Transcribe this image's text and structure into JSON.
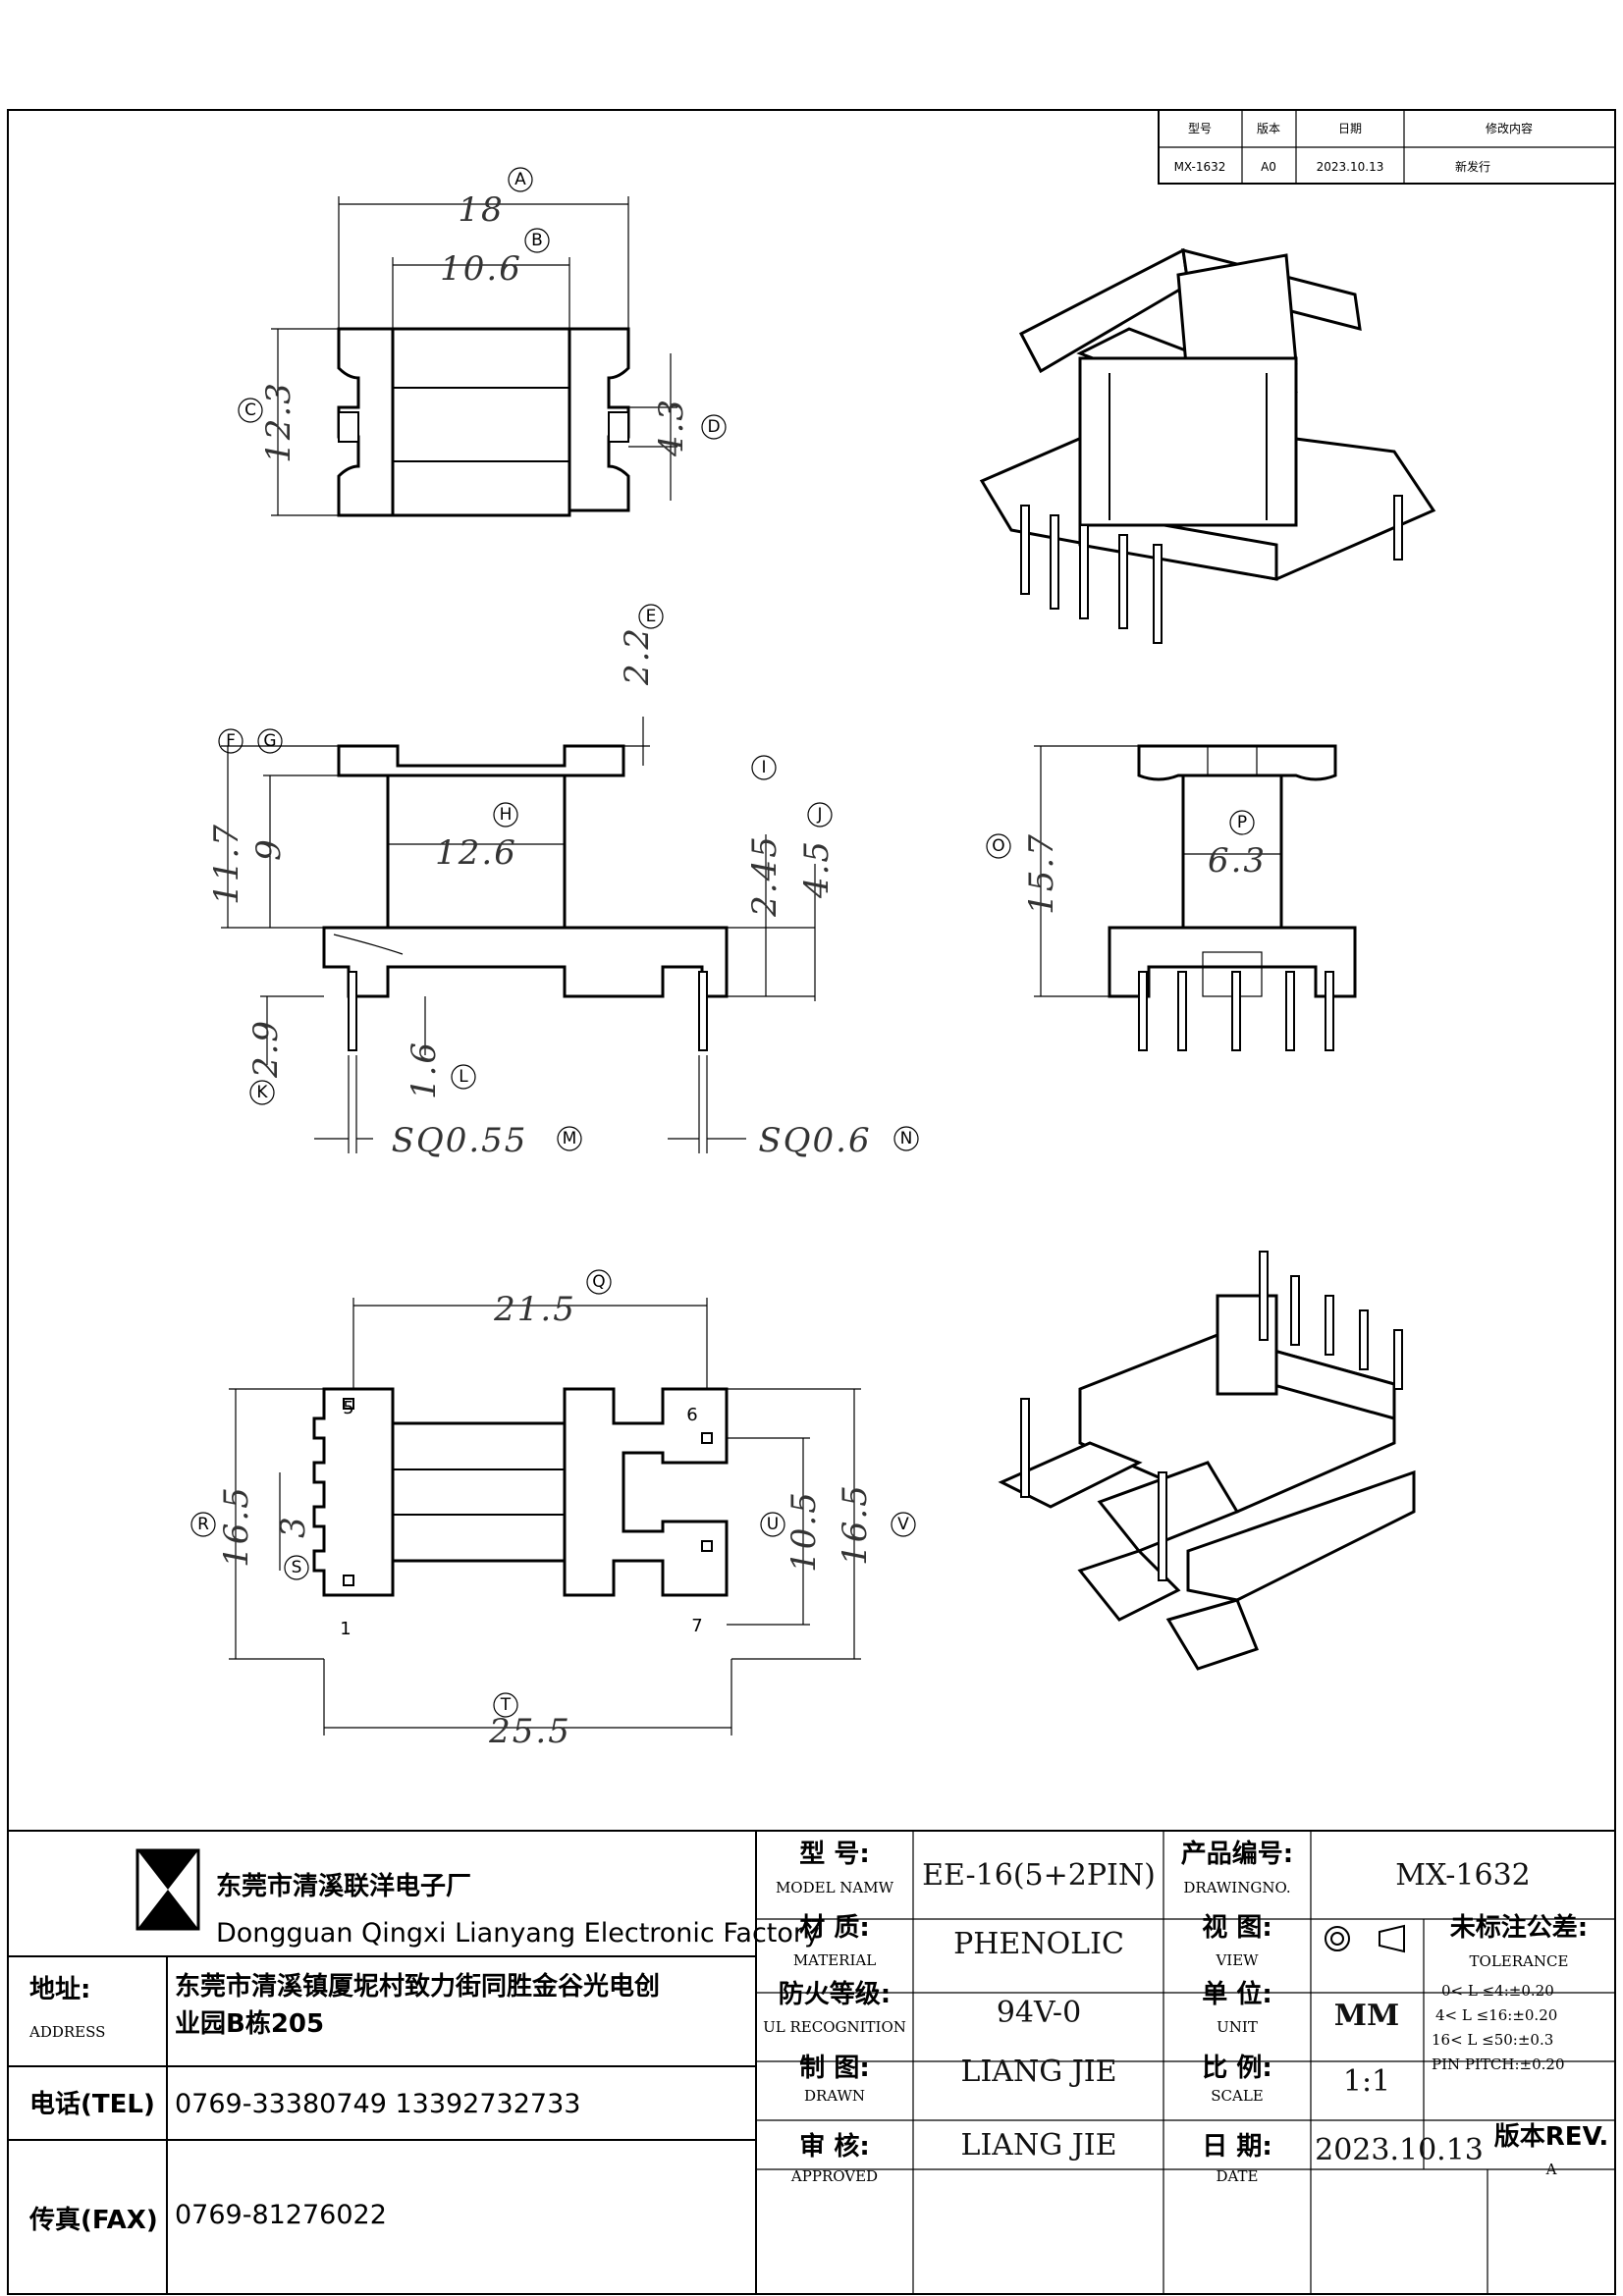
{
  "revision_table": {
    "headers": [
      "型号",
      "版本",
      "日期",
      "修改内容"
    ],
    "row": [
      "MX-1632",
      "A0",
      "2023.10.13",
      "新发行"
    ]
  },
  "dimensions": {
    "top_view": [
      {
        "tag": "A",
        "value": "18"
      },
      {
        "tag": "B",
        "value": "10.6"
      },
      {
        "tag": "C",
        "value": "12.3"
      },
      {
        "tag": "D",
        "value": "4.3"
      }
    ],
    "front_view": [
      {
        "tag": "E",
        "value": "2.2"
      },
      {
        "tag": "F",
        "value": "11.7"
      },
      {
        "tag": "G",
        "value": "9"
      },
      {
        "tag": "H",
        "value": "12.6"
      },
      {
        "tag": "I",
        "value": "2.45"
      },
      {
        "tag": "J",
        "value": "4.5"
      },
      {
        "tag": "K",
        "value": "2.9"
      },
      {
        "tag": "L",
        "value": "1.6"
      },
      {
        "tag": "M",
        "value": "SQ0.55"
      },
      {
        "tag": "N",
        "value": "SQ0.6"
      }
    ],
    "side_view": [
      {
        "tag": "O",
        "value": "15.7"
      },
      {
        "tag": "P",
        "value": "6.3"
      }
    ],
    "bottom_view": [
      {
        "tag": "Q",
        "value": "21.5"
      },
      {
        "tag": "R",
        "value": "16.5"
      },
      {
        "tag": "S",
        "value": "3"
      },
      {
        "tag": "T",
        "value": "25.5"
      },
      {
        "tag": "U",
        "value": "10.5"
      },
      {
        "tag": "V",
        "value": "16.5"
      }
    ],
    "pin_numbers": [
      "5",
      "1",
      "6",
      "7"
    ]
  },
  "title_block": {
    "company_cn": "东莞市清溪联洋电子厂",
    "company_en": "Dongguan Qingxi Lianyang Electronic Factory",
    "address_label_cn": "地址:",
    "address_label_en": "ADDRESS",
    "address_line1": "东莞市清溪镇厦坭村致力街同胜金谷光电创",
    "address_line2": "业园B栋205",
    "tel_label": "电话(TEL)",
    "tel_value": "0769-33380749    13392732733",
    "fax_label": "传真(FAX)",
    "fax_value": "0769-81276022",
    "model_cn": "型  号:",
    "model_en": "MODEL NAMW",
    "model_value": "EE-16(5+2PIN)",
    "material_cn": "材  质:",
    "material_en": "MATERIAL",
    "material_value": "PHENOLIC",
    "ul_cn": "防火等级:",
    "ul_en": "UL RECOGNITION",
    "ul_value": "94V-0",
    "drawn_cn": "制  图:",
    "drawn_en": "DRAWN",
    "drawn_value": "LIANG JIE",
    "approved_cn": "审  核:",
    "approved_en": "APPROVED",
    "approved_value": "LIANG JIE",
    "drawingno_cn": "产品编号:",
    "drawingno_en": "DRAWINGNO.",
    "drawingno_value": "MX-1632",
    "view_cn": "视  图:",
    "view_en": "VIEW",
    "unit_cn": "单  位:",
    "unit_en": "UNIT",
    "unit_value": "MM",
    "scale_cn": "比  例:",
    "scale_en": "SCALE",
    "scale_value": "1:1",
    "date_cn": "日  期:",
    "date_en": "DATE",
    "date_value": "2023.10.13",
    "rev_label": "版本REV.",
    "rev_value": "A",
    "tolerance_cn": "未标注公差:",
    "tolerance_en": "TOLERANCE",
    "tolerance_lines": [
      "0< L ≤4:±0.20",
      "4< L ≤16:±0.20",
      "16< L ≤50:±0.3",
      "PIN PITCH:±0.20"
    ]
  }
}
